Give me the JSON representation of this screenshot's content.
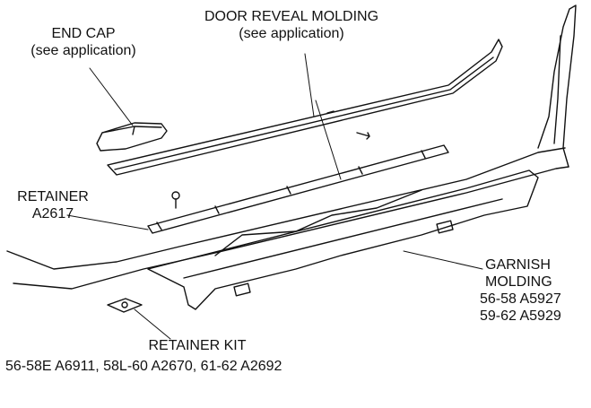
{
  "labels": {
    "end_cap": {
      "title": "END CAP",
      "note": "(see application)"
    },
    "door_reveal": {
      "title": "DOOR REVEAL MOLDING",
      "note": "(see application)"
    },
    "retainer": {
      "title": "RETAINER",
      "part": "A2617"
    },
    "garnish": {
      "title_1": "GARNISH",
      "title_2": "MOLDING",
      "row_1": "56-58  A5927",
      "row_2": "59-62  A5929"
    },
    "retainer_kit": {
      "title": "RETAINER KIT",
      "parts": "56-58E  A6911,    58L-60 A2670,    61-62 A2692"
    }
  },
  "colors": {
    "ink": "#111111",
    "background": "#ffffff"
  }
}
